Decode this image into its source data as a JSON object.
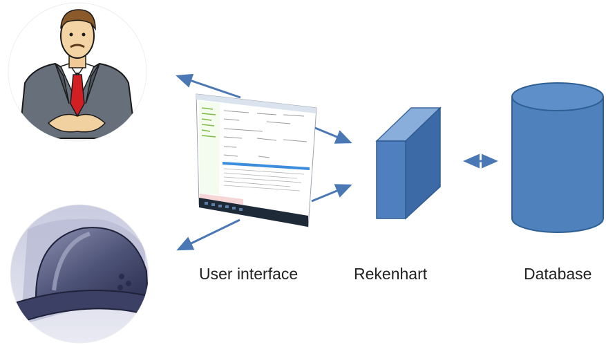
{
  "labels": {
    "user_interface": "User interface",
    "rekenhart": "Rekenhart",
    "database": "Database"
  },
  "colors": {
    "arrow": "#4a78b4",
    "box_front": "#4f7fbf",
    "box_top": "#8aaedb",
    "box_side": "#3b6aa6",
    "cylinder": "#4f81bd",
    "cylinder_stroke": "#2f5f93"
  },
  "icons": {
    "person": "businessman-clipart-icon",
    "helmet": "hard-hat-icon",
    "ui": "application-window-screenshot-icon"
  }
}
